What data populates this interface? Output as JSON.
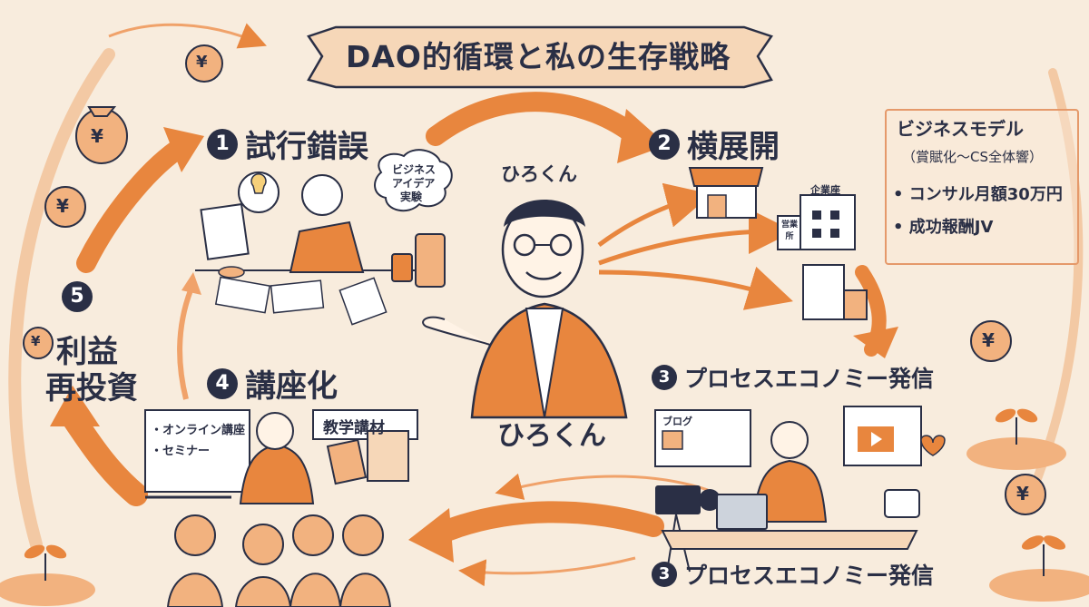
{
  "title": "DAO的循環と私の生存戦略",
  "center": {
    "name_top": "ひろくん",
    "name_bottom": "ひろくん"
  },
  "steps": {
    "s1": {
      "num": "1",
      "label": "試行錯誤"
    },
    "s2": {
      "num": "2",
      "label": "横展開"
    },
    "s3": {
      "num": "3",
      "label": "プロセスエコノミー発信"
    },
    "s3b": {
      "num": "3",
      "label": "プロセスエコノミー発信"
    },
    "s4": {
      "num": "4",
      "label": "講座化"
    },
    "s5": {
      "num": "5",
      "label_line1": "利益",
      "label_line2": "再投資"
    }
  },
  "trial": {
    "bubble_line1": "ビジネス",
    "bubble_line2": "アイデア",
    "bubble_line3": "実験"
  },
  "course": {
    "board_item1": "・オンライン講座",
    "board_item2": "・セミナー",
    "materials_label": "教学講材"
  },
  "expansion": {
    "building_sign": "企業座",
    "side_sign": "営業所"
  },
  "broadcast": {
    "blog_label": "ブログ"
  },
  "business_model": {
    "title": "ビジネスモデル",
    "subtitle": "（賞賦化〜CS全体響）",
    "item1": "• コンサル月額30万円",
    "item2": "• 成功報酬JV"
  },
  "icons": {
    "yen": "¥",
    "money_bag_icon": "money-bag-icon",
    "coin_icon": "yen-coin-icon"
  },
  "colors": {
    "accent": "#e8863e",
    "accent_light": "#f2b27f",
    "navy": "#2a2f45",
    "background": "#f8ecdd"
  }
}
